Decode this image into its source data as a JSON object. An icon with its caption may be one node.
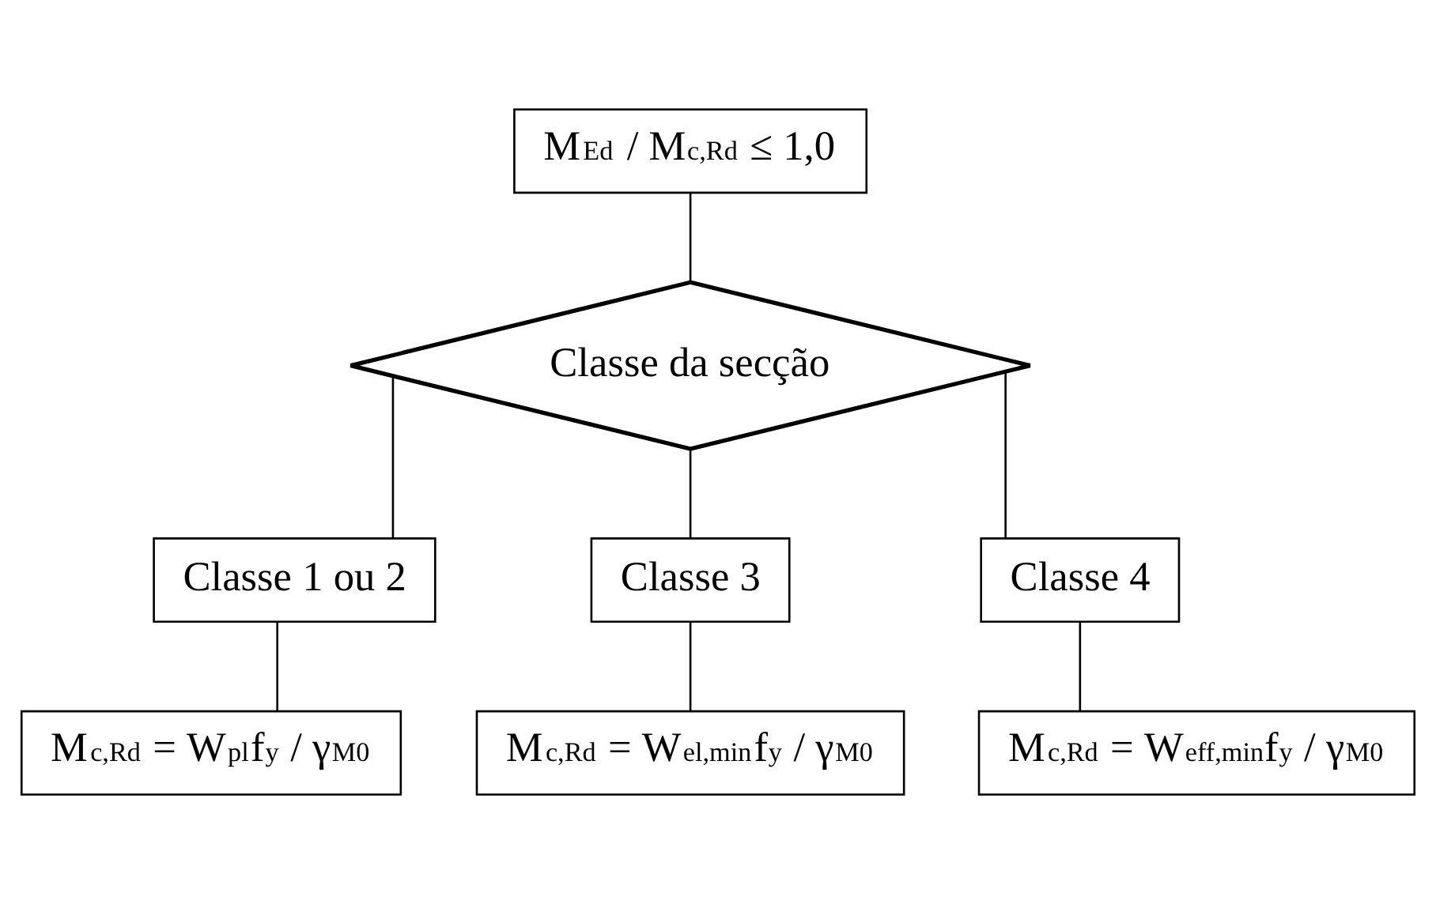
{
  "diagram": {
    "nodes": [
      {
        "text": [
          "M$_{Ed}$ / M$_{c,Rd}$ ≤ 1,0"
        ]
      },
      {
        "text": [
          "Classe da secção"
        ]
      },
      {
        "text": [
          "Classe 1 ou 2"
        ]
      },
      {
        "text": [
          "Classe 3"
        ]
      },
      {
        "text": [
          "Classe 4"
        ]
      },
      {
        "text": [
          "M$_{c,Rd}$ = W$_{pl}$f$_{y}$ / γ$_{M0}$"
        ]
      },
      {
        "text": [
          "M$_{c,Rd}$ = W$_{el,min}$f$_{y}$ / γ$_{M0}$"
        ]
      },
      {
        "text": [
          "M$_{c,Rd}$ = W$_{eff,min}$f$_{y}$ / γ$_{M0}$"
        ]
      }
    ],
    "edges": [
      {
        "from": 0,
        "to": 1,
        "arrow": "none"
      },
      {
        "from": 1,
        "to": 2,
        "arrow": "none"
      },
      {
        "from": 1,
        "to": 3,
        "arrow": "none"
      },
      {
        "from": 1,
        "to": 4,
        "arrow": "none"
      },
      {
        "from": 2,
        "to": 5,
        "arrow": "none"
      },
      {
        "from": 3,
        "to": 6,
        "arrow": "none"
      },
      {
        "from": 4,
        "to": 7,
        "arrow": "none"
      }
    ]
  }
}
